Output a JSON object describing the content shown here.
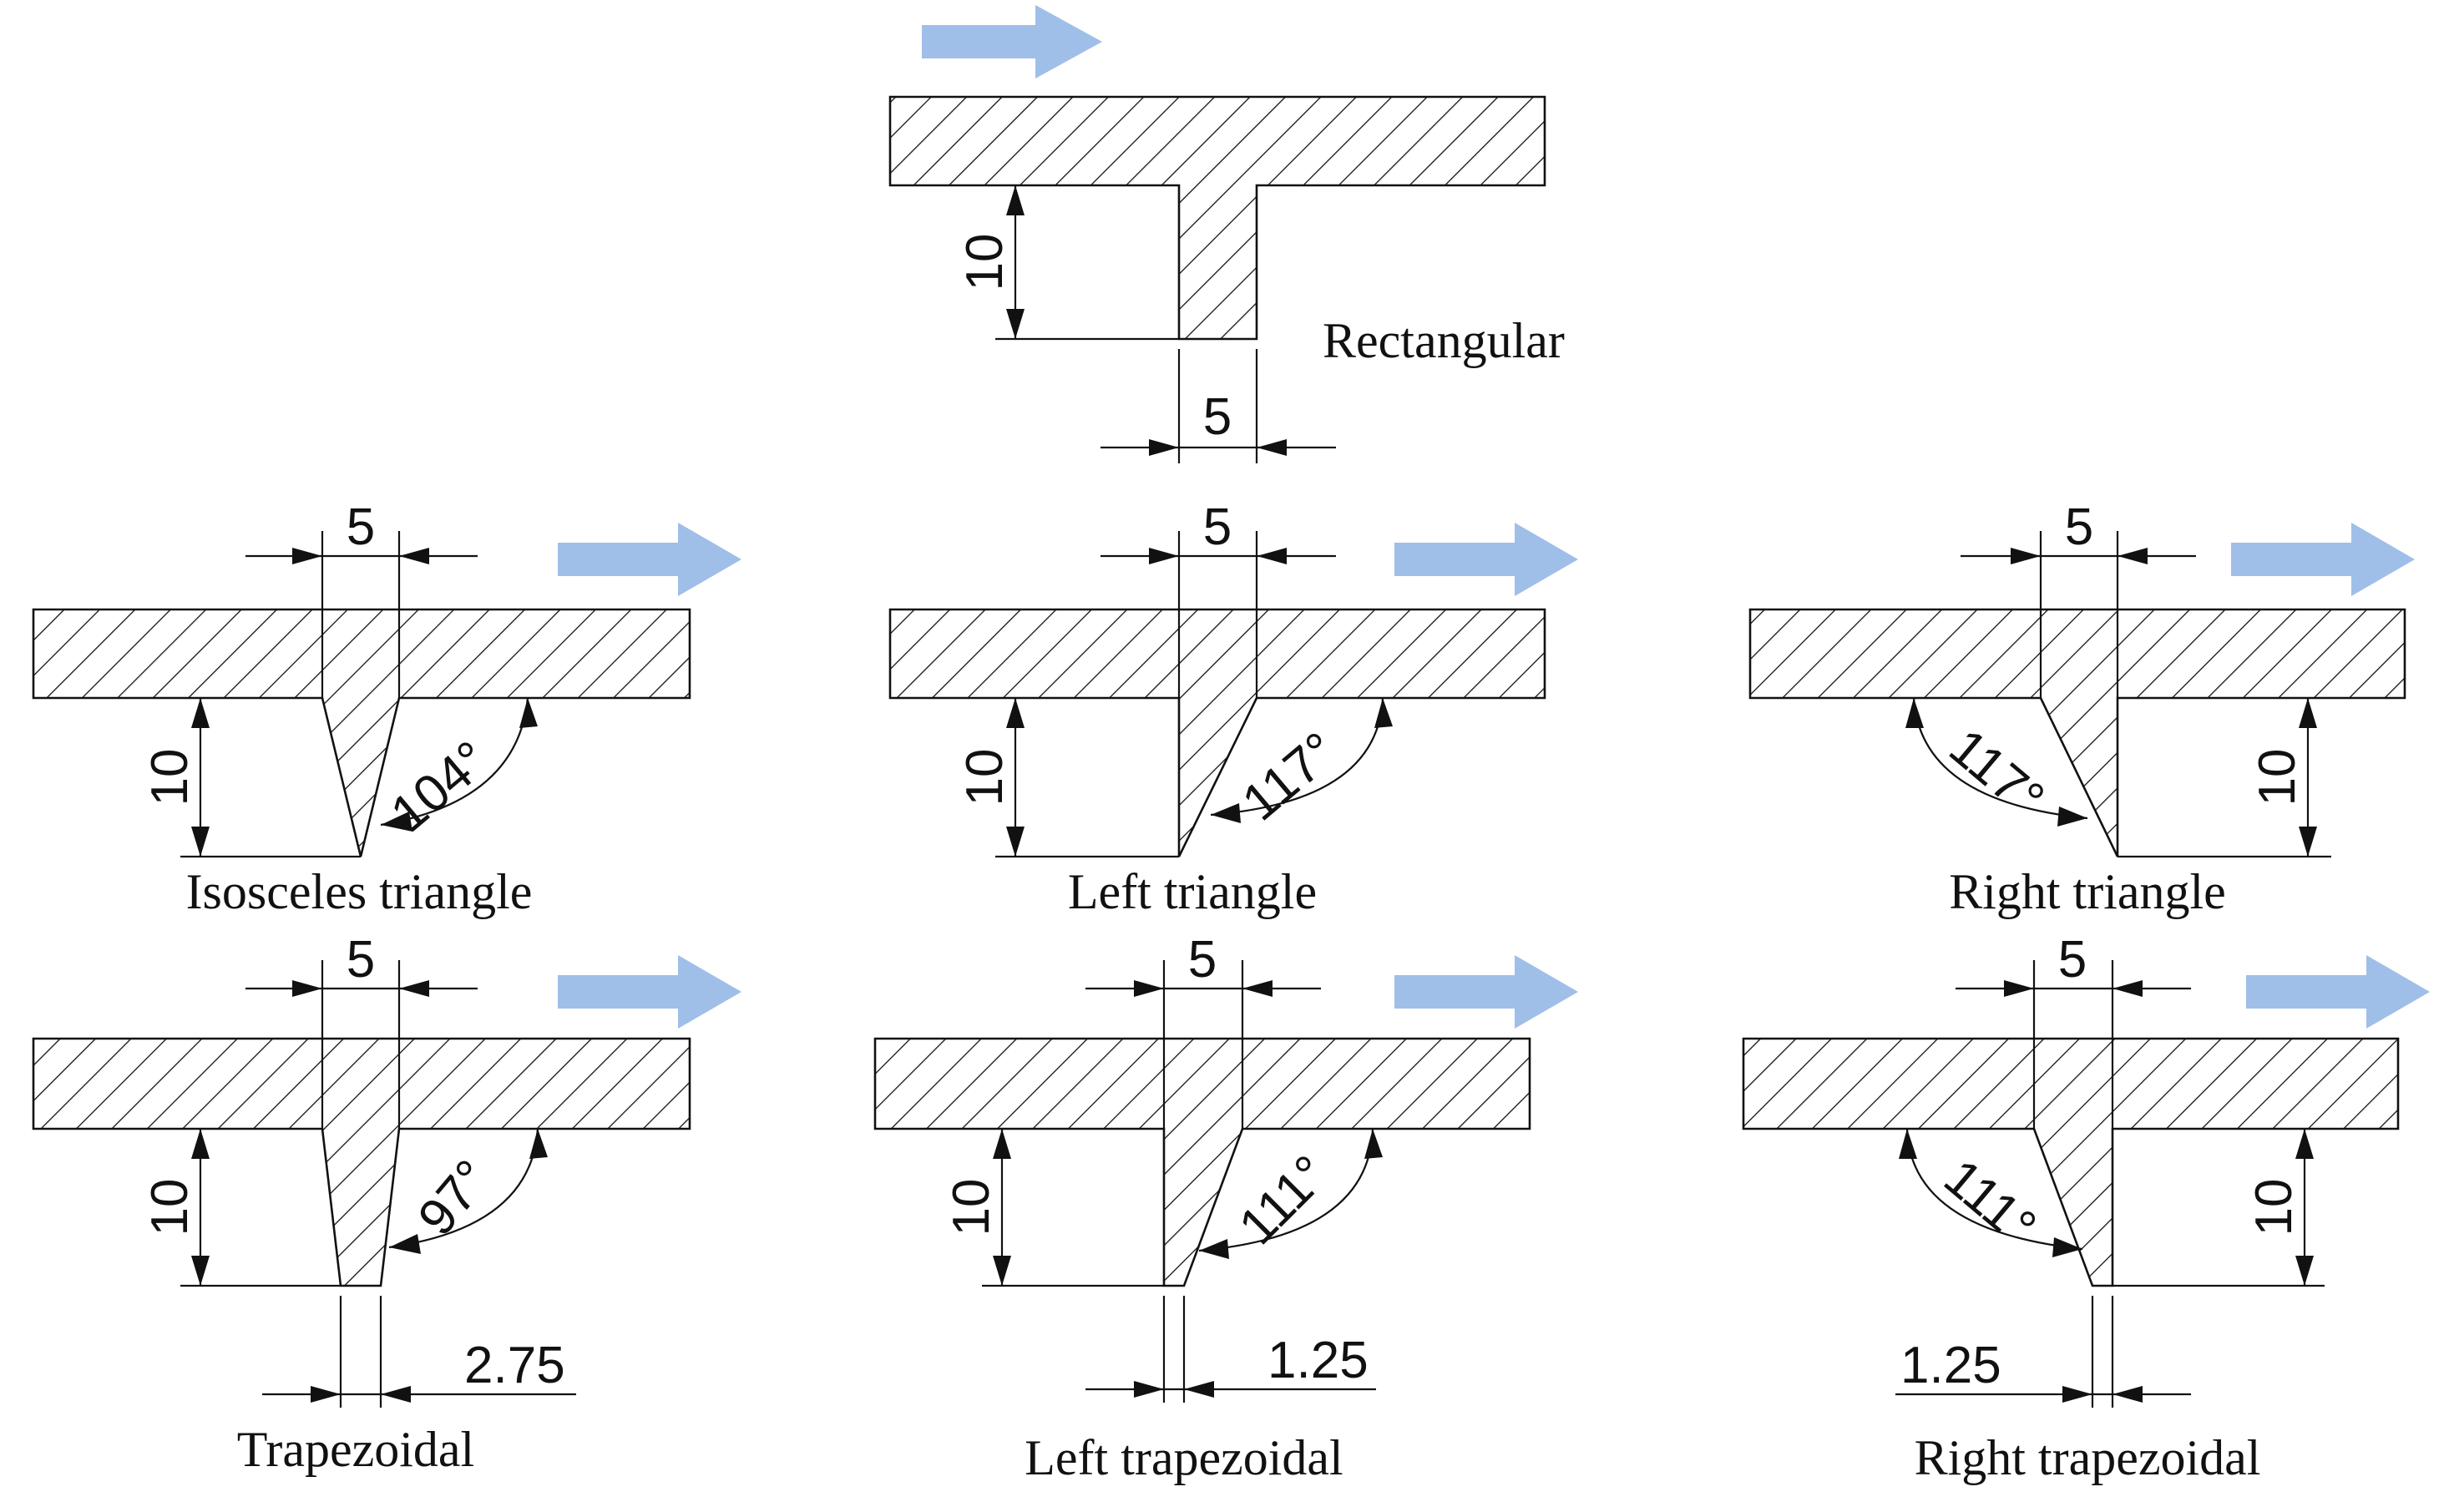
{
  "colors": {
    "flow_arrow": "#9fbfe8",
    "line": "#111111",
    "background": "#ffffff"
  },
  "icons": {
    "flow": "flow-direction-arrow-icon"
  },
  "panels": {
    "rectangular": {
      "caption": "Rectangular",
      "height": "10",
      "width": "5"
    },
    "isosceles": {
      "caption": "Isosceles triangle",
      "height": "10",
      "width": "5",
      "angle": "104°"
    },
    "left_triangle": {
      "caption": "Left triangle",
      "height": "10",
      "width": "5",
      "angle": "117°"
    },
    "right_triangle": {
      "caption": "Right triangle",
      "height": "10",
      "width": "5",
      "angle": "117°"
    },
    "trapezoidal": {
      "caption": "Trapezoidal",
      "height": "10",
      "width": "5",
      "angle": "97°",
      "tip": "2.75"
    },
    "left_trap": {
      "caption": "Left trapezoidal",
      "height": "10",
      "width": "5",
      "angle": "111°",
      "tip": "1.25"
    },
    "right_trap": {
      "caption": "Right trapezoidal",
      "height": "10",
      "width": "5",
      "angle": "111°",
      "tip": "1.25"
    }
  }
}
